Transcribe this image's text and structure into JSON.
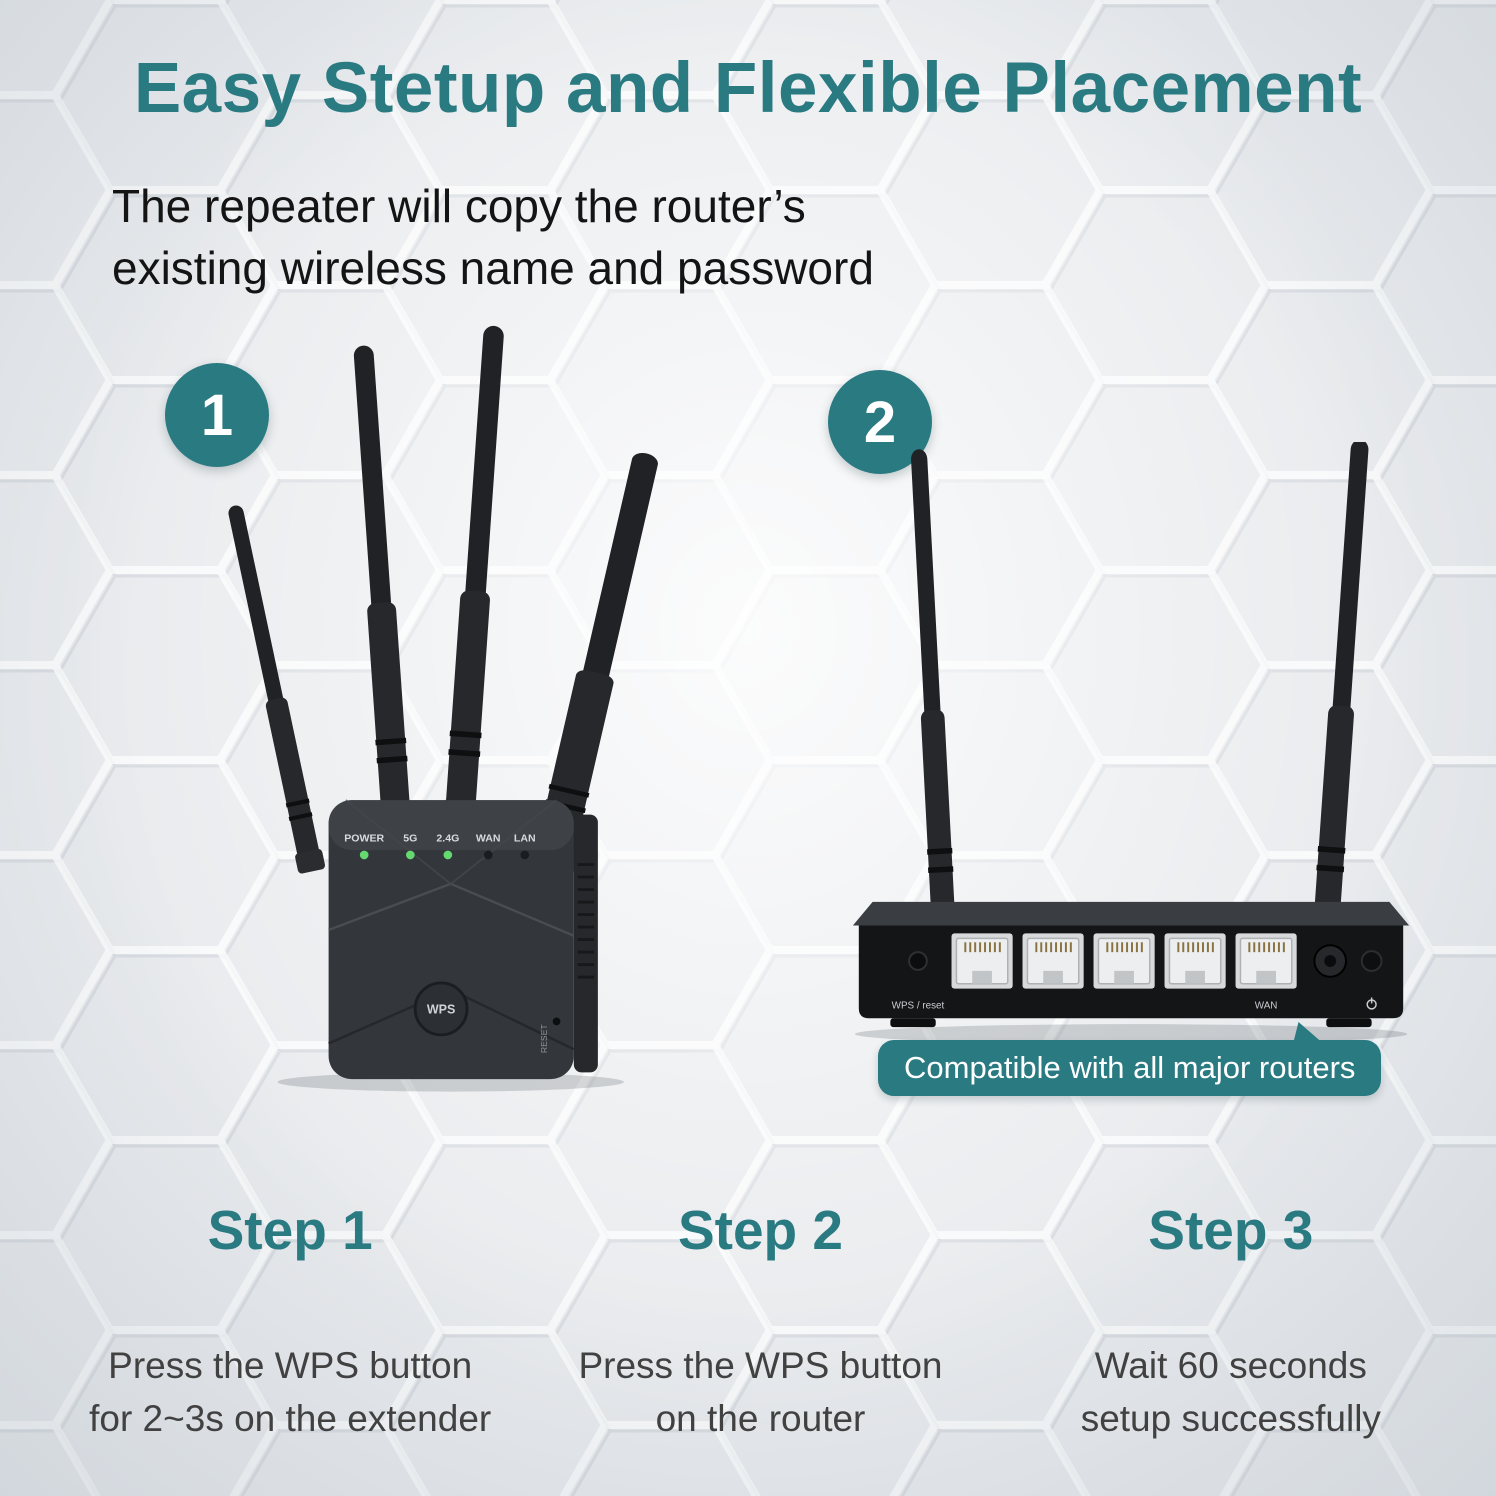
{
  "colors": {
    "teal": "#2a7a82",
    "led_on_green": "#63d96f",
    "led_off": "#1a1c20",
    "device_dark": "#1b1c1f"
  },
  "header": {
    "title": "Easy Stetup and Flexible Placement",
    "subtitle_line1": "The repeater will copy the router’s",
    "subtitle_line2": "existing wireless name and password"
  },
  "badges": {
    "step1": "1",
    "step2": "2"
  },
  "extender": {
    "leds": [
      "POWER",
      "5G",
      "2.4G",
      "WAN",
      "LAN"
    ],
    "led_colors": [
      "#63d96f",
      "#63d96f",
      "#63d96f",
      "#1a1c20",
      "#1a1c20"
    ],
    "wps_button": "WPS",
    "reset_label": "RESET"
  },
  "router": {
    "callout": "Compatible with all major routers",
    "wps_reset_label": "WPS / reset",
    "wan_label": "WAN"
  },
  "steps": [
    {
      "title": "Step 1",
      "line1": "Press the WPS button",
      "line2": "for 2~3s on the extender"
    },
    {
      "title": "Step 2",
      "line1": "Press the WPS button",
      "line2": "on the router"
    },
    {
      "title": "Step 3",
      "line1": "Wait  60 seconds",
      "line2": "setup successfully"
    }
  ]
}
